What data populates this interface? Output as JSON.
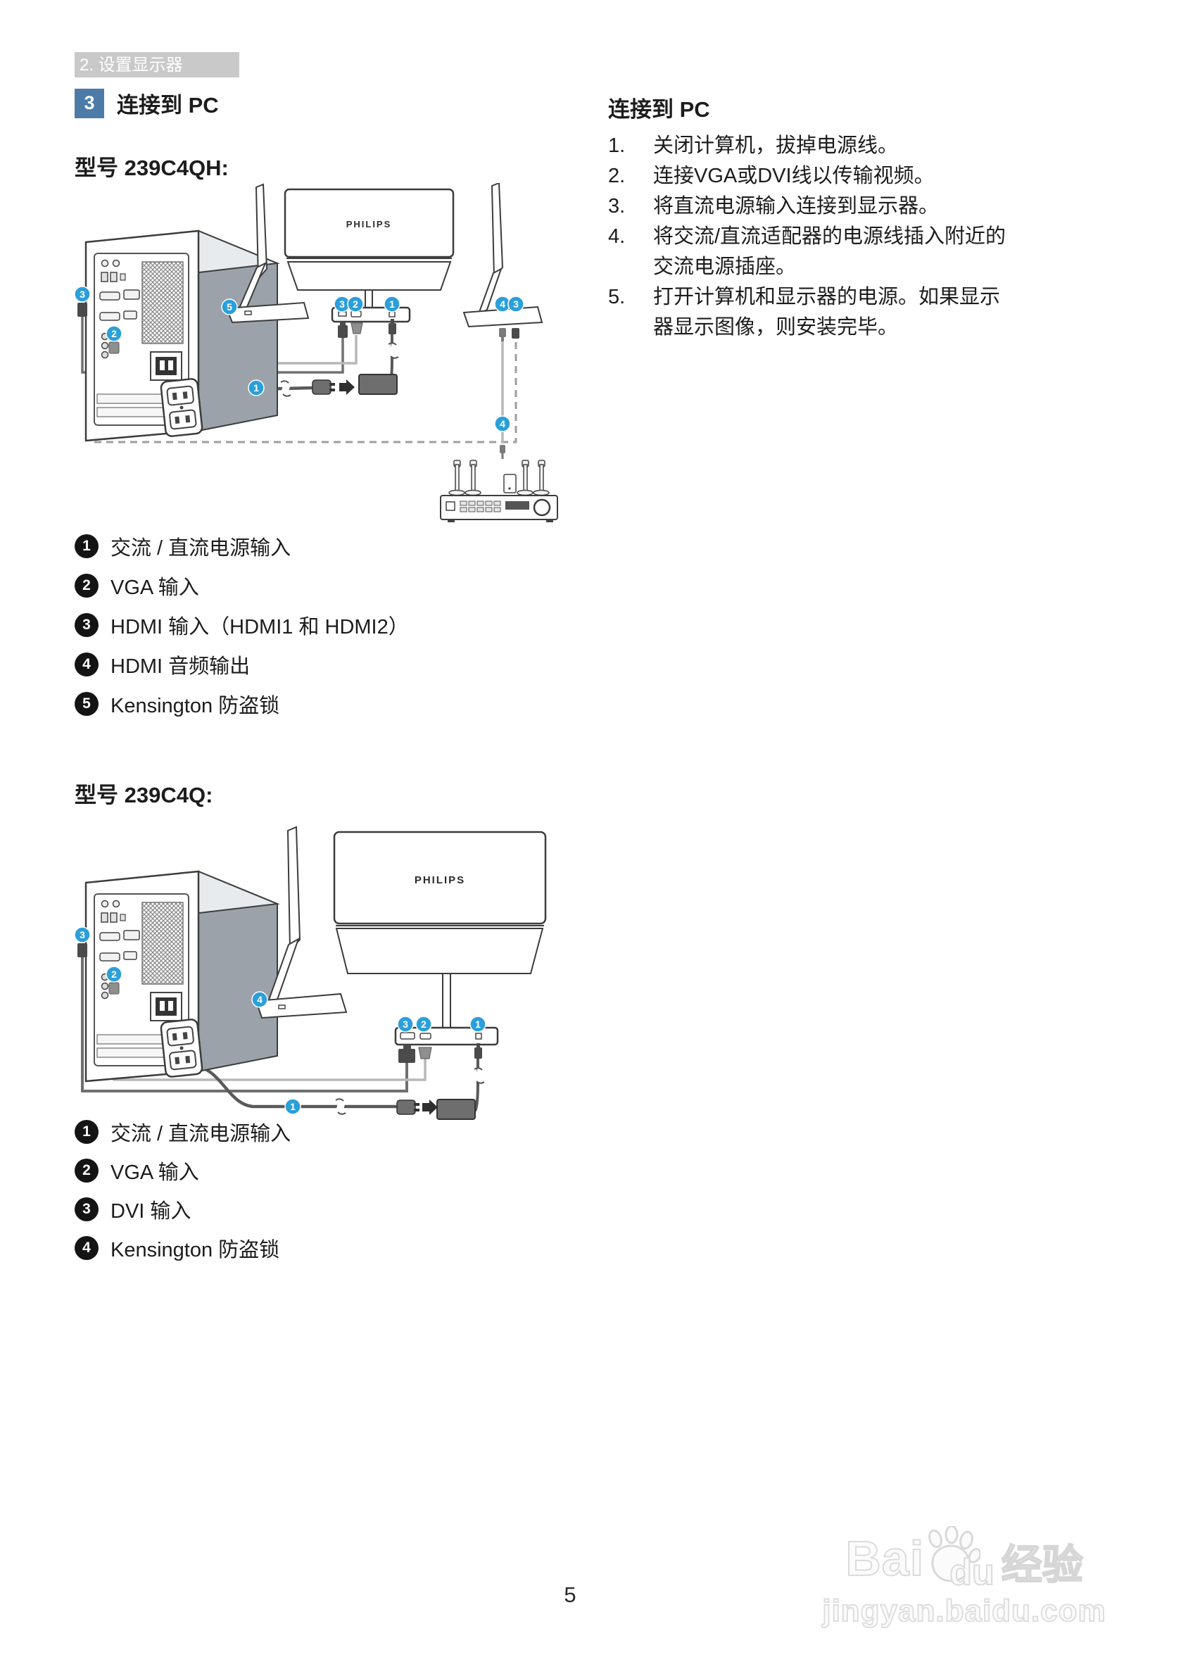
{
  "header": {
    "label": "2. 设置显示器"
  },
  "section": {
    "badge": "3",
    "title": "连接到 PC"
  },
  "models": {
    "m1": {
      "title": "型号 239C4QH:",
      "legend": [
        {
          "num": "1",
          "label": "交流 / 直流电源输入"
        },
        {
          "num": "2",
          "label": "VGA 输入"
        },
        {
          "num": "3",
          "label": "HDMI 输入（HDMI1 和 HDMI2）"
        },
        {
          "num": "4",
          "label": "HDMI 音频输出"
        },
        {
          "num": "5",
          "label": "Kensington 防盗锁"
        }
      ]
    },
    "m2": {
      "title": "型号 239C4Q:",
      "legend": [
        {
          "num": "1",
          "label": "交流 / 直流电源输入"
        },
        {
          "num": "2",
          "label": "VGA 输入"
        },
        {
          "num": "3",
          "label": "DVI 输入"
        },
        {
          "num": "4",
          "label": "Kensington 防盗锁"
        }
      ]
    }
  },
  "instructions": {
    "title": "连接到 PC",
    "steps": [
      {
        "num": "1.",
        "text": "关闭计算机，拔掉电源线。"
      },
      {
        "num": "2.",
        "text": "连接VGA或DVI线以传输视频。"
      },
      {
        "num": "3.",
        "text": "将直流电源输入连接到显示器。"
      },
      {
        "num": "4.",
        "text": "将交流/直流适配器的电源线插入附近的交流电源插座。"
      },
      {
        "num": "5.",
        "text": "打开计算机和显示器的电源。如果显示器显示图像，则安装完毕。"
      }
    ]
  },
  "diagram1": {
    "brand": "PHILIPS",
    "badges": {
      "tower_hdmi": "3",
      "tower_vga": "2",
      "bar_hdmi": "3",
      "bar_vga": "2",
      "bar_power": "1",
      "power_cord": "1",
      "kensington": "5",
      "base_audio": "4",
      "base_hdmi": "3",
      "audio_cable": "4"
    }
  },
  "diagram2": {
    "brand": "PHILIPS",
    "badges": {
      "tower_dvi": "3",
      "tower_vga": "2",
      "bar_dvi": "3",
      "bar_vga": "2",
      "bar_power": "1",
      "power_cord": "1",
      "kensington": "4"
    }
  },
  "footer": {
    "page_number": "5"
  },
  "watermark": {
    "bai": "Bai",
    "du": "du",
    "cn": "经验",
    "url": "jingyan.baidu.com"
  },
  "colors": {
    "accent_blue": "#2b9fd9",
    "section_blue": "#4d7ba8",
    "header_gray": "#c9c9c9"
  }
}
